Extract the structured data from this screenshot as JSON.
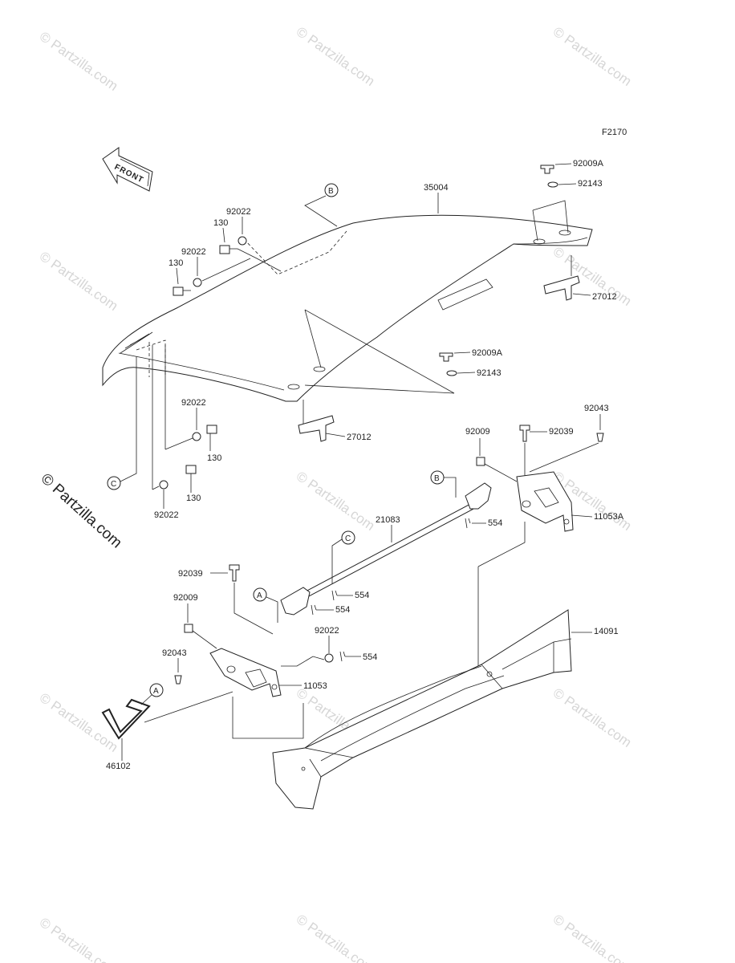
{
  "diagram": {
    "code": "F2170",
    "front_label": "FRONT",
    "watermark_text": "© Partzilla.com",
    "part_labels": {
      "p35004": "35004",
      "p92009a_1": "92009A",
      "p92143_1": "92143",
      "p27012_1": "27012",
      "p92009a_2": "92009A",
      "p92143_2": "92143",
      "p27012_2": "27012",
      "p92022_a": "92022",
      "p130_a": "130",
      "p92022_b": "92022",
      "p130_b": "130",
      "p92022_c": "92022",
      "p130_c": "130",
      "p130_d": "130",
      "p92022_d": "92022",
      "p92043_1": "92043",
      "p92039_1": "92039",
      "p92009_1": "92009",
      "p11053a": "11053A",
      "p554_1": "554",
      "p21083": "21083",
      "p92039_2": "92039",
      "p92009_2": "92009",
      "p554_2": "554",
      "p554_3": "554",
      "p92022_e": "92022",
      "p554_4": "554",
      "p92043_2": "92043",
      "p11053": "11053",
      "p14091": "14091",
      "p46102": "46102"
    },
    "callouts": {
      "b_top": "B",
      "c_left": "C",
      "b_mid": "B",
      "c_mid": "C",
      "a_mid": "A",
      "a_left": "A"
    }
  }
}
